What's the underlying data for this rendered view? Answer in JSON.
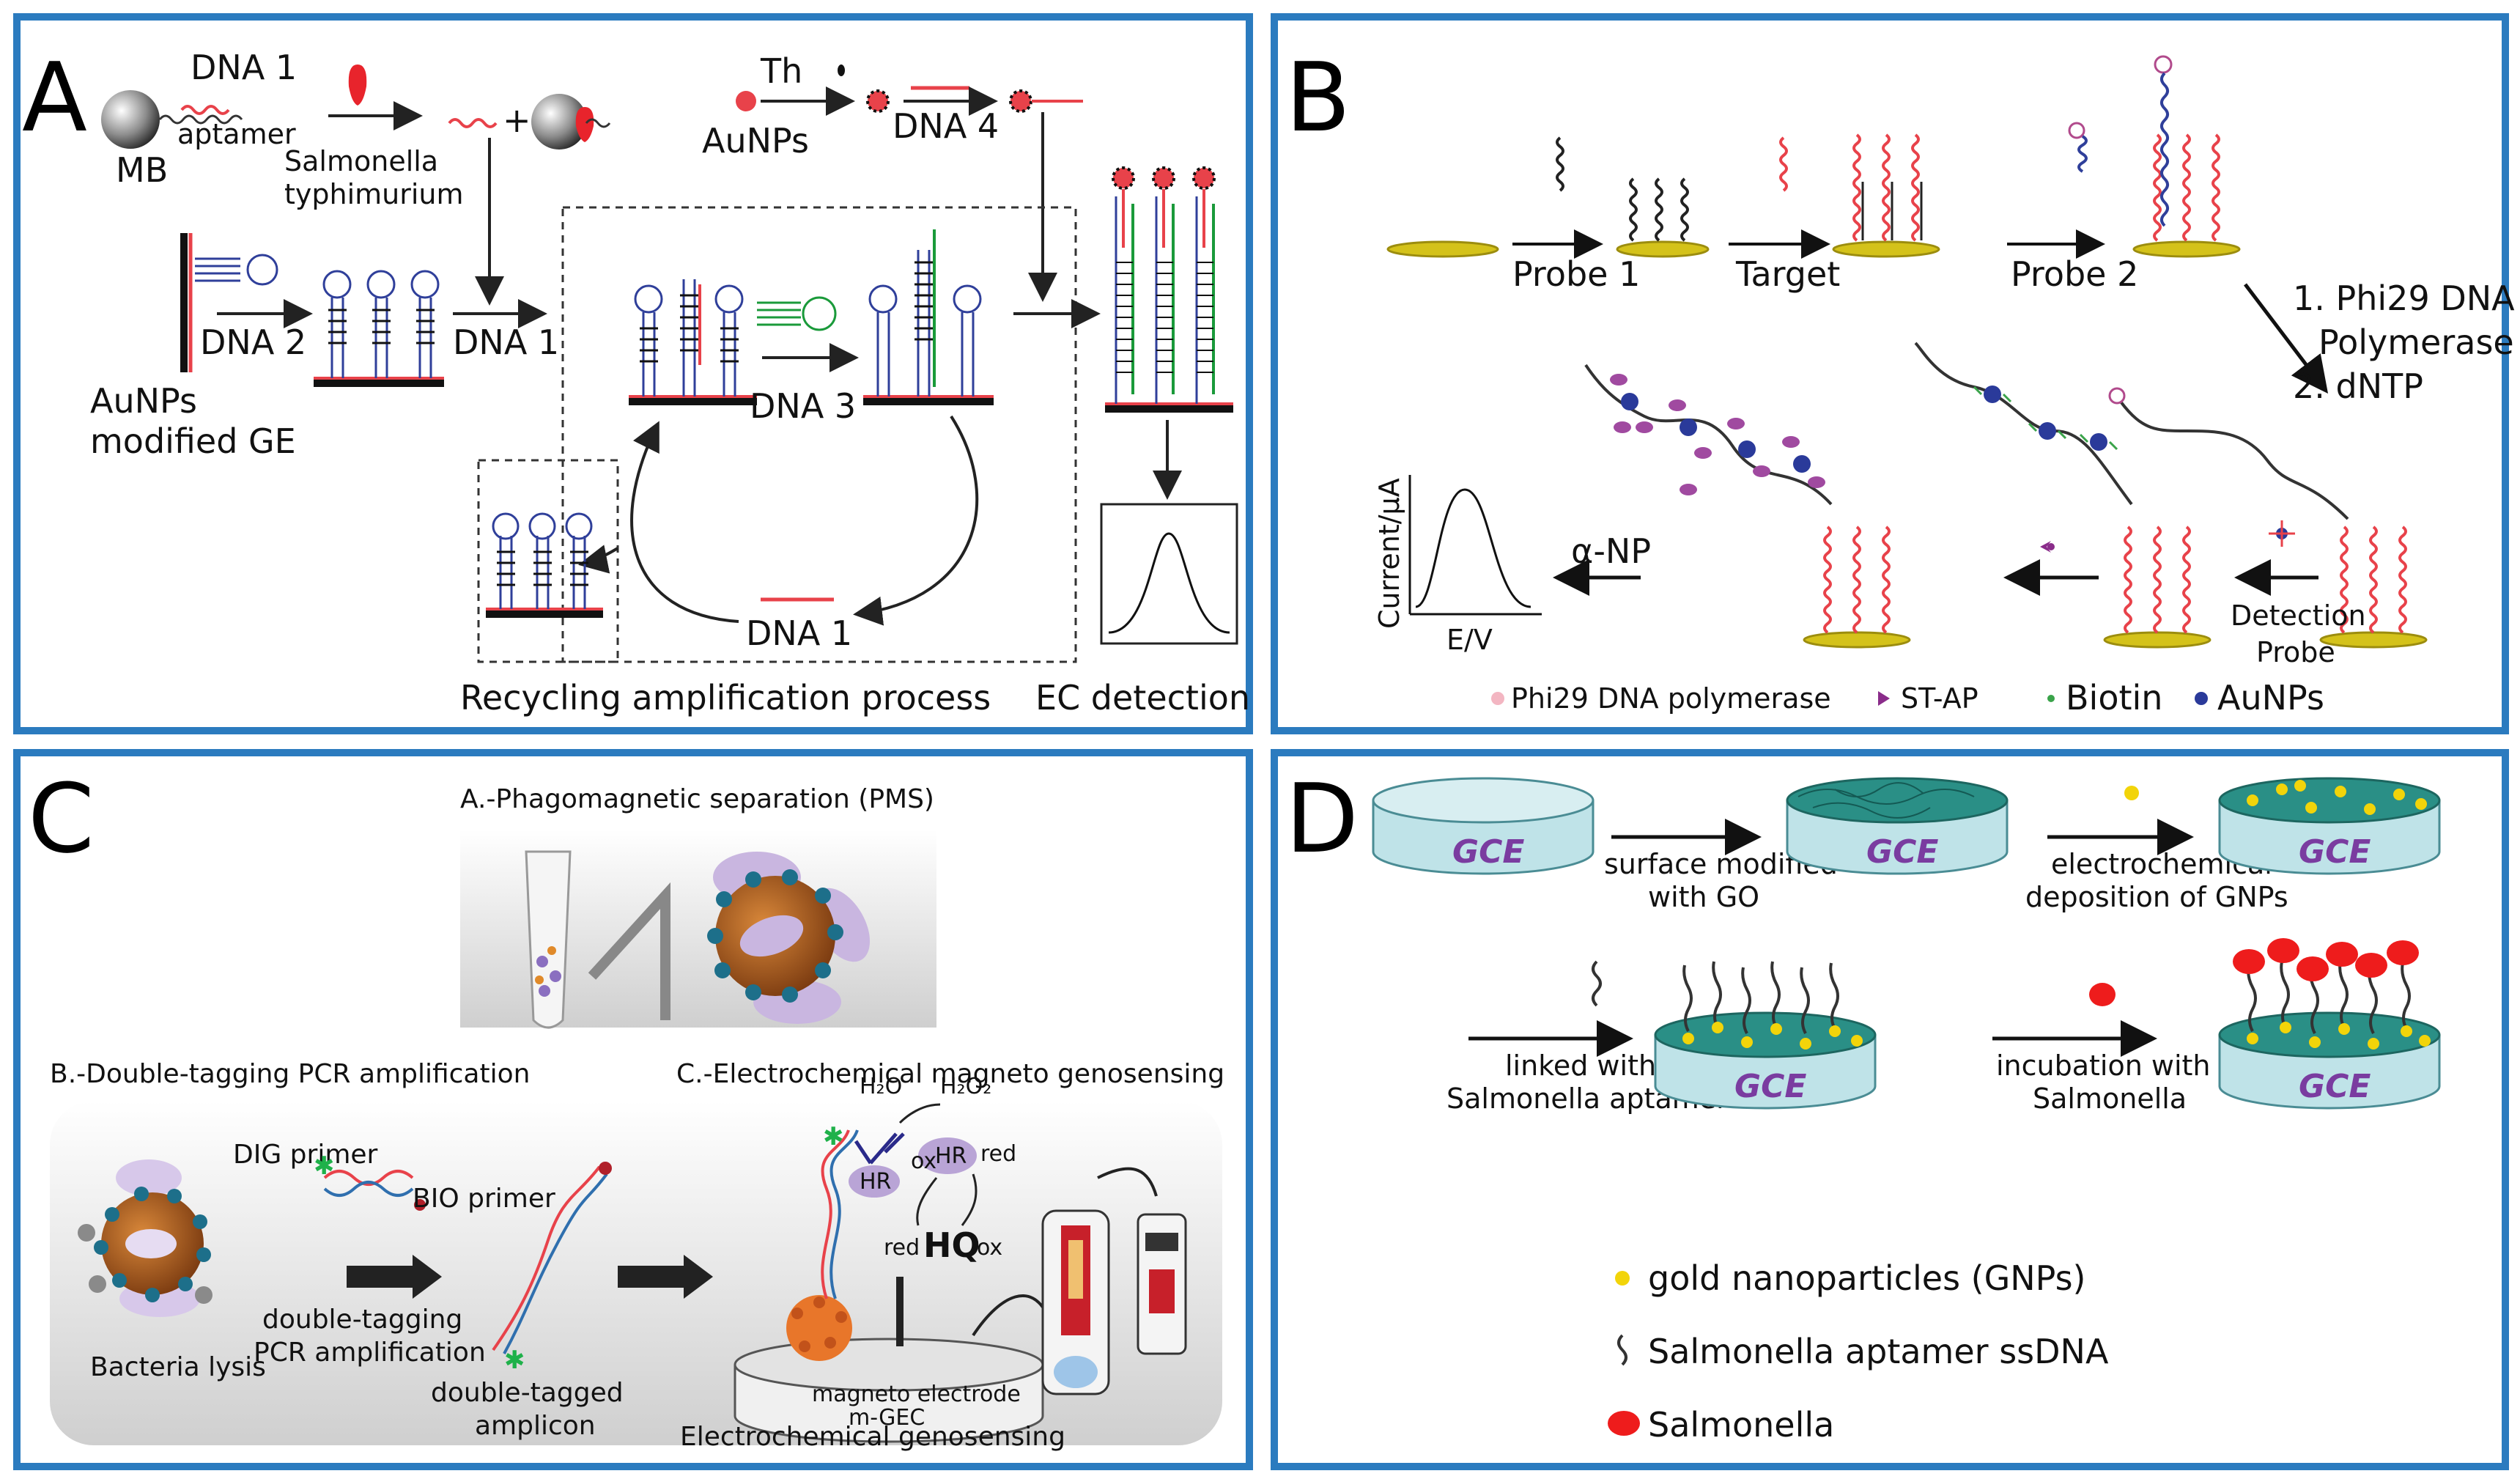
{
  "panel_a": {
    "letter": "A",
    "mb": "MB",
    "dna1": "DNA 1",
    "aptamer": "aptamer",
    "salmonella_1": "Salmonella",
    "salmonella_2": "typhimurium",
    "th": "Th",
    "aunps": "AuNPs",
    "dna4": "DNA 4",
    "dna2": "DNA 2",
    "dna1_b": "DNA 1",
    "electrode_1": "AuNPs",
    "electrode_2": "modified GE",
    "dna3": "DNA 3",
    "dna1_c": "DNA 1",
    "recycling": "Recycling amplification process",
    "ec_detection": "EC detection"
  },
  "panel_b": {
    "letter": "B",
    "probe1": "Probe 1",
    "target": "Target",
    "probe2": "Probe 2",
    "step1": "1. Phi29 DNA",
    "step1b": "Polymerase",
    "step2": "2. dNTP",
    "ylabel": "Current/μA",
    "xlabel": "E/V",
    "alpha_np": "α-NP",
    "detection_1": "Detection",
    "detection_2": "Probe",
    "legend": [
      "Phi29 DNA polymerase",
      "ST-AP",
      "Biotin",
      "AuNPs"
    ]
  },
  "panel_c": {
    "letter": "C",
    "title_a": "A.-Phagomagnetic separation (PMS)",
    "title_b": "B.-Double-tagging PCR amplification",
    "title_c": "C.-Electrochemical magneto genosensing",
    "dig_primer": "DIG primer",
    "bio_primer": "BIO primer",
    "double_tag_1": "double-tagging",
    "double_tag_2": "PCR amplification",
    "amplicon_1": "double-tagged",
    "amplicon_2": "amplicon",
    "lysis": "Bacteria lysis",
    "h2o": "H₂O",
    "h2o2": "H₂O₂",
    "hrp": "HR",
    "ox": "ox",
    "red": "red",
    "hq": "HQ",
    "electrode_1": "magneto electrode",
    "electrode_2": "m-GEC",
    "genosensing": "Electrochemical  genosensing"
  },
  "panel_d": {
    "letter": "D",
    "gce": "GCE",
    "step1_a": "surface modified",
    "step1_b": "with GO",
    "step2_a": "electrochemical",
    "step2_b": "deposition of GNPs",
    "step3_a": "linked with",
    "step3_b": "Salmonella aptamer",
    "step4_a": "incubation with",
    "step4_b": "Salmonella",
    "legend": [
      "gold nanoparticles (GNPs)",
      "Salmonella aptamer ssDNA",
      "Salmonella"
    ]
  },
  "colors": {
    "frame": "#2b7bbf",
    "dna_red": "#e8424a",
    "dna_blue": "#2f3f9a",
    "gold": "#d4c21a",
    "gce_top": "#bfe3e8",
    "go_teal": "#2a8f86",
    "gnp_yellow": "#f2d40a",
    "salmonella_red": "#ee1c1c"
  }
}
